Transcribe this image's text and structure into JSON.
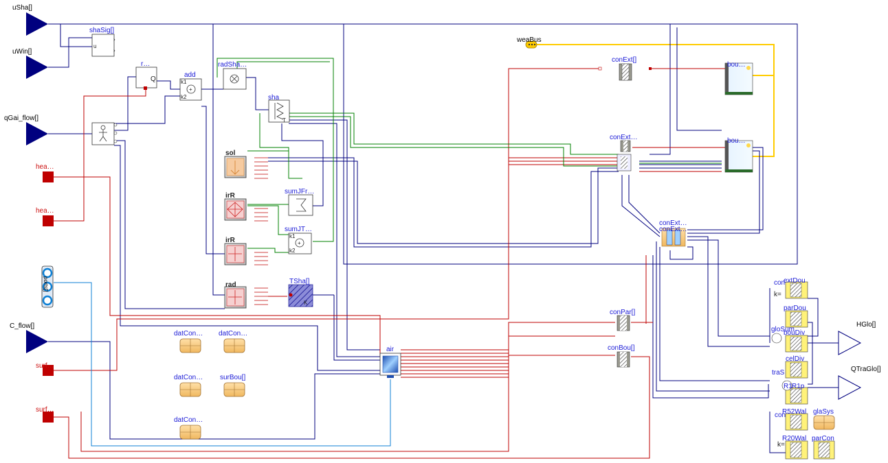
{
  "inputs": {
    "uSha": "uSha[]",
    "uWin": "uWin[]",
    "qGai_flow": "qGai_flow[]",
    "C_flow": "C_flow[]"
  },
  "heat_ports": {
    "hea1": "hea…",
    "hea2": "hea…",
    "surf1": "surf…",
    "surf2": "surf…"
  },
  "outputs": {
    "HGlo": "HGlo[]",
    "QTraGlo": "QTraGlo[]"
  },
  "blocks": {
    "shaSig": "shaSig[]",
    "shaSig_u": "u",
    "r": "r…",
    "r_Q": "Q",
    "add": "add",
    "add_k1": "k1",
    "add_k2": "k2",
    "radSha": "radSha…",
    "sha": "sha",
    "sol": "sol",
    "irR1": "irR",
    "irR2": "irR",
    "rad": "rad",
    "sumJFr": "sumJFr…",
    "sumJT": "sumJT…",
    "sumJT_k1": "k1",
    "sumJT_k2": "k2",
    "TSha": "TSha[]",
    "ports": "ports[]",
    "datCon1": "datCon…",
    "datCon2": "datCon…",
    "datCon3": "datCon…",
    "surBou": "surBou[]",
    "datCon4": "datCon…",
    "air": "air",
    "weaBus": "weaBus",
    "conExt": "conExt[]",
    "bou1": "bou…",
    "conExtWin": "conExt…",
    "bou2": "bou…",
    "conExtGla": "conExt…",
    "conExtGla2": "conExt…",
    "conPar": "conPar[]",
    "conBou": "conBou[]",
    "con1": "con",
    "extDou": "extDou",
    "k1": "k=",
    "parDou": "parDou",
    "gloSum": "gloSum",
    "bouDiv": "bouDiv",
    "celDiv": "celDiv",
    "traS": "traS",
    "R1": "R1",
    "R1p": "R1p",
    "con2": "con",
    "R52Wal": "R52Wal",
    "glaSys": "glaSys",
    "R20Wal": "R20Wal",
    "k2": "k=",
    "parCon": "parCon"
  },
  "colors": {
    "connector_blue": "#00007f",
    "heat_red": "#bf0000",
    "weather_yellow": "#ffcc00",
    "radiation_green": "#008000",
    "fluid_blue": "#0c7fd4",
    "label_blue": "#1a1ad6"
  }
}
